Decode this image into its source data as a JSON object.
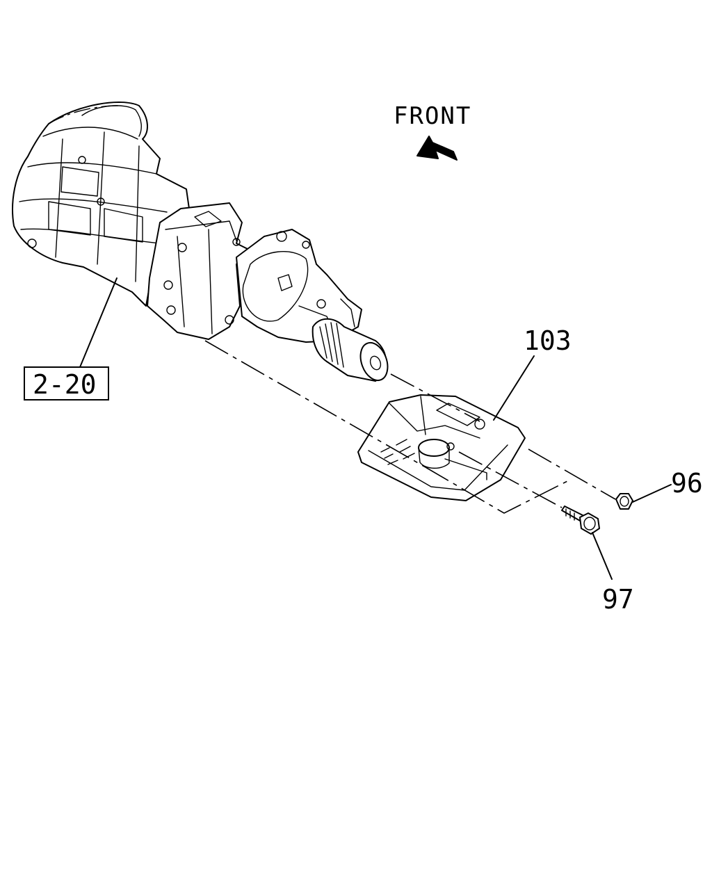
{
  "direction": {
    "label": "FRONT",
    "arrow_icon": "arrow-up-left-icon"
  },
  "callouts": {
    "ref_box": "2-20",
    "part_103": "103",
    "part_96": "96",
    "part_97": "97"
  }
}
